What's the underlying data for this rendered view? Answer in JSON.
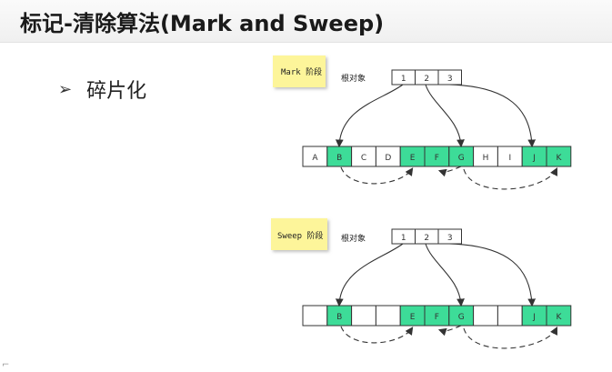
{
  "title": "标记-清除算法(Mark and Sweep)",
  "bullet": {
    "marker": "➢",
    "text": "碎片化"
  },
  "mark_phase": {
    "note": "Mark 阶段",
    "root_label": "根对象",
    "roots": [
      "1",
      "2",
      "3"
    ],
    "cells": [
      {
        "label": "A",
        "marked": false
      },
      {
        "label": "B",
        "marked": true
      },
      {
        "label": "C",
        "marked": false
      },
      {
        "label": "D",
        "marked": false
      },
      {
        "label": "E",
        "marked": true
      },
      {
        "label": "F",
        "marked": true
      },
      {
        "label": "G",
        "marked": true
      },
      {
        "label": "H",
        "marked": false
      },
      {
        "label": "I",
        "marked": false
      },
      {
        "label": "J",
        "marked": true
      },
      {
        "label": "K",
        "marked": true
      }
    ]
  },
  "sweep_phase": {
    "note": "Sweep 阶段",
    "root_label": "根对象",
    "roots": [
      "1",
      "2",
      "3"
    ],
    "cells": [
      {
        "label": "",
        "marked": false
      },
      {
        "label": "B",
        "marked": true
      },
      {
        "label": "",
        "marked": false
      },
      {
        "label": "",
        "marked": false
      },
      {
        "label": "E",
        "marked": true
      },
      {
        "label": "F",
        "marked": true
      },
      {
        "label": "G",
        "marked": true
      },
      {
        "label": "",
        "marked": false
      },
      {
        "label": "",
        "marked": false
      },
      {
        "label": "J",
        "marked": true
      },
      {
        "label": "K",
        "marked": true
      }
    ]
  },
  "colors": {
    "marked": "#3ddc98",
    "unmarked": "#ffffff",
    "note": "#fdf59a"
  }
}
